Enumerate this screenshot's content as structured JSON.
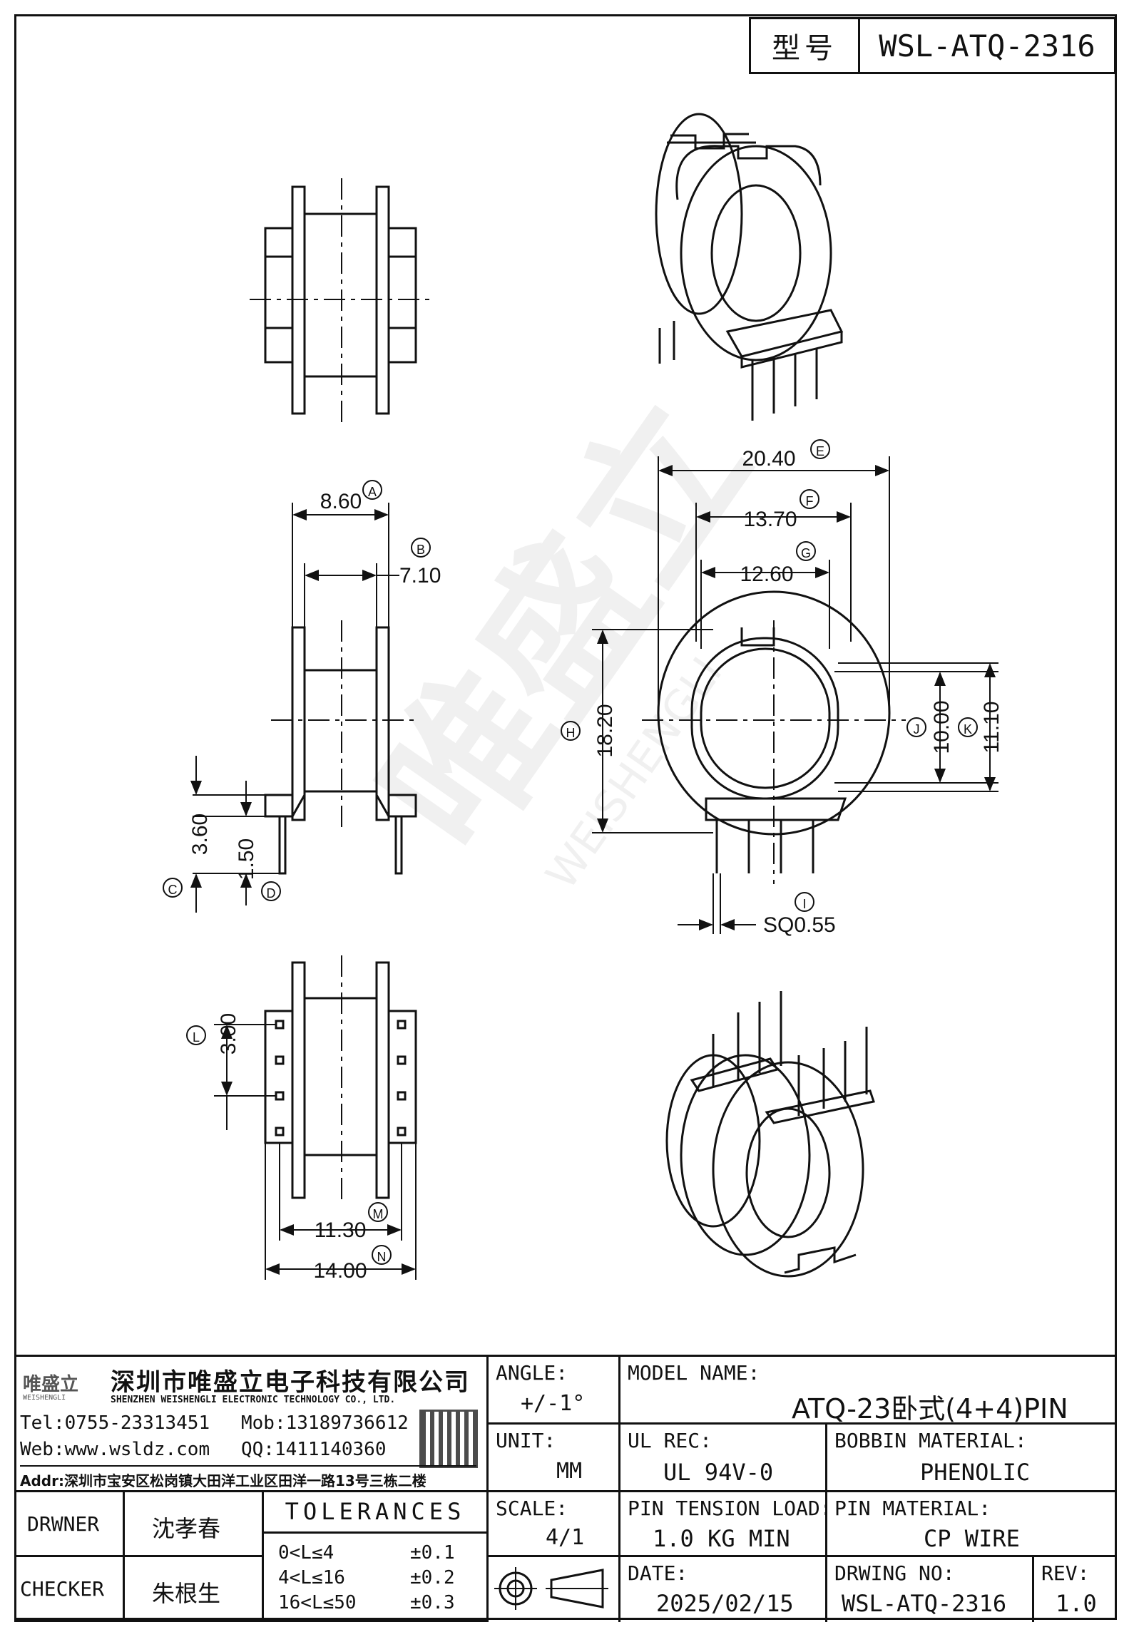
{
  "header": {
    "model_label": "型号",
    "model_value": "WSL-ATQ-2316"
  },
  "watermark": {
    "brand": "唯盛立",
    "brand_en": "WEISHENGLI"
  },
  "dimensions": {
    "A": {
      "letter": "A",
      "value": "8.60"
    },
    "B": {
      "letter": "B",
      "value": "7.10"
    },
    "C": {
      "letter": "C",
      "value": "3.60"
    },
    "D": {
      "letter": "D",
      "value": "1.50"
    },
    "E": {
      "letter": "E",
      "value": "20.40"
    },
    "F": {
      "letter": "F",
      "value": "13.70"
    },
    "G": {
      "letter": "G",
      "value": "12.60"
    },
    "H": {
      "letter": "H",
      "value": "18.20"
    },
    "I": {
      "letter": "I",
      "value": "SQ0.55"
    },
    "J": {
      "letter": "J",
      "value": "10.00"
    },
    "K": {
      "letter": "K",
      "value": "11.10"
    },
    "L": {
      "letter": "L",
      "value": "3.00"
    },
    "M": {
      "letter": "M",
      "value": "11.30"
    },
    "N": {
      "letter": "N",
      "value": "14.00"
    }
  },
  "company": {
    "logo_text": "唯盛立",
    "logo_sub": "WEISHENGLI",
    "name_cn": "深圳市唯盛立电子科技有限公司",
    "name_en": "SHENZHEN WEISHENGLI ELECTRONIC TECHNOLOGY CO., LTD.",
    "tel": "Tel:0755-23313451",
    "mob": "Mob:13189736612",
    "web": "Web:www.wsldz.com",
    "qq": "QQ:1411140360",
    "addr": "Addr:深圳市宝安区松岗镇大田洋工业区田洋一路13号三栋二楼"
  },
  "people": {
    "drawer_label": "DRWNER",
    "drawer": "沈孝春",
    "checker_label": "CHECKER",
    "checker": "朱根生"
  },
  "tolerances": {
    "title": "TOLERANCES",
    "rows": [
      {
        "range": "0<L≤4",
        "tol": "±0.1"
      },
      {
        "range": "4<L≤16",
        "tol": "±0.2"
      },
      {
        "range": "16<L≤50",
        "tol": "±0.3"
      }
    ]
  },
  "fields": {
    "angle_label": "ANGLE:",
    "angle_value": "+/-1°",
    "model_name_label": "MODEL NAME:",
    "model_name_value": "ATQ-23卧式(4+4)PIN",
    "unit_label": "UNIT:",
    "unit_value": "MM",
    "ul_label": "UL REC:",
    "ul_value": "UL 94V-0",
    "bobbin_label": "BOBBIN MATERIAL:",
    "bobbin_value": "PHENOLIC",
    "scale_label": "SCALE:",
    "scale_value": "4/1",
    "pin_tension_label": "PIN TENSION LOAD:",
    "pin_tension_value": "1.0 KG MIN",
    "pin_material_label": "PIN MATERIAL:",
    "pin_material_value": "CP WIRE",
    "date_label": "DATE:",
    "date_value": "2025/02/15",
    "drawing_no_label": "DRWING NO:",
    "drawing_no_value": "WSL-ATQ-2316",
    "rev_label": "REV:",
    "rev_value": "1.0"
  }
}
